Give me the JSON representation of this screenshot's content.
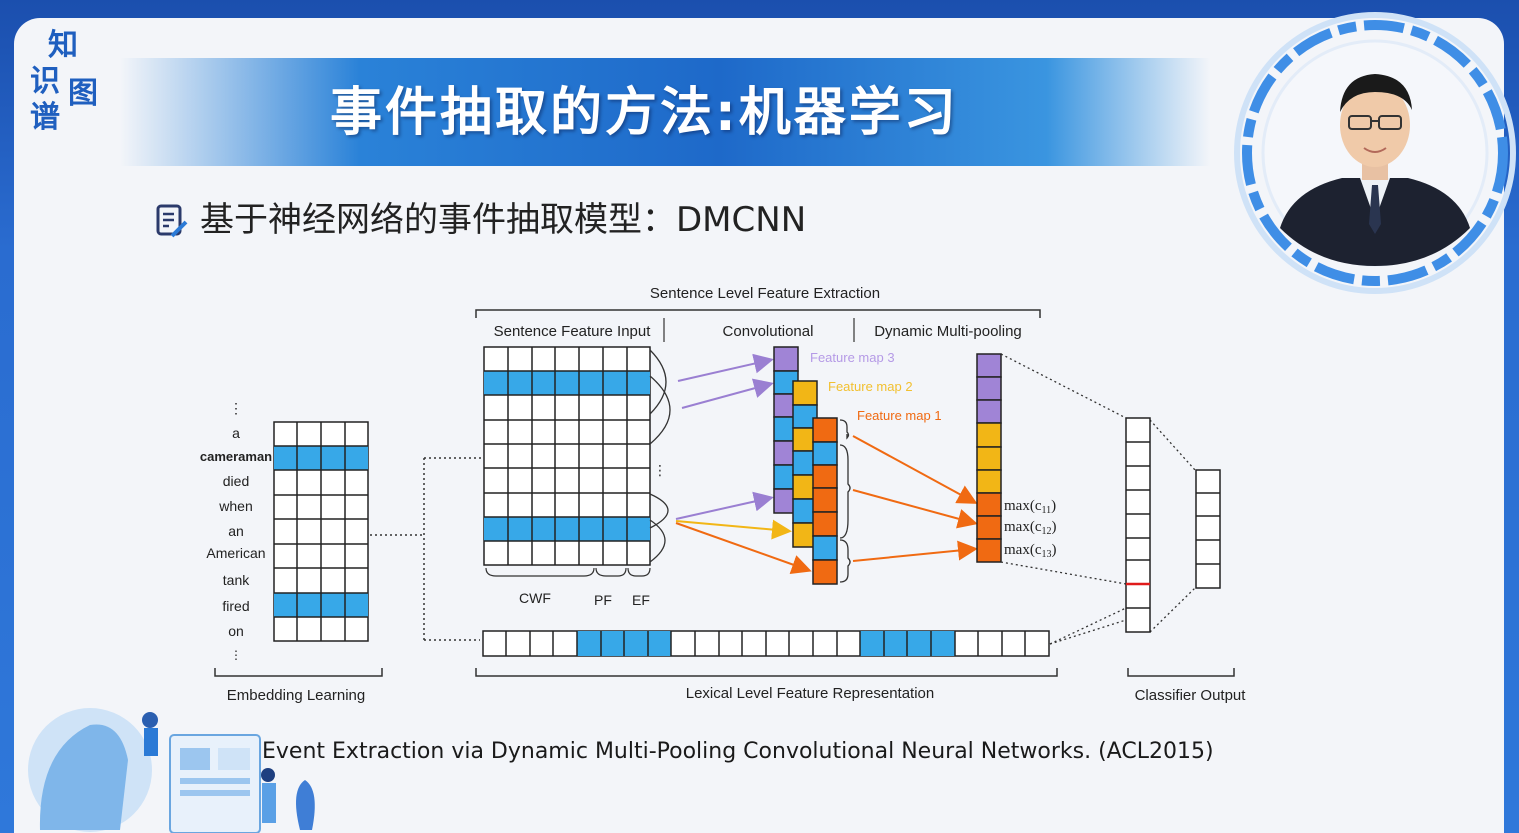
{
  "logo": {
    "chars": [
      "知",
      "识",
      "图",
      "谱"
    ]
  },
  "title": "事件抽取的方法:机器学习",
  "subtitle": "基于神经网络的事件抽取模型：DMCNN",
  "diagram": {
    "top_label": "Sentence Level Feature Extraction",
    "section_input": "Sentence Feature Input",
    "section_conv": "Convolutional",
    "section_pool": "Dynamic Multi-pooling",
    "feature_maps": [
      "Feature map 3",
      "Feature map 2",
      "Feature map 1"
    ],
    "max_labels": [
      "max(c",
      "max(c",
      "max(c"
    ],
    "max_subs": [
      "11",
      "12",
      "13"
    ],
    "words": [
      "⋮",
      "a",
      "cameraman",
      "died",
      "when",
      "an",
      "American",
      "tank",
      "fired",
      "on",
      "⋮"
    ],
    "input_groups": [
      "CWF",
      "PF",
      "EF"
    ],
    "bottom_labels": [
      "Embedding Learning",
      "Lexical Level Feature Representation",
      "Classifier Output"
    ],
    "dots": "⋮",
    "colors": {
      "blue": "#37a8e8",
      "purple": "#a084d6",
      "yellow": "#f2b616",
      "orange": "#f06a12",
      "red": "#e01b1b"
    }
  },
  "citation": "Event Extraction via Dynamic Multi-Pooling Convolutional Neural Networks. (ACL2015)",
  "icons": {
    "subtitle_bullet": "notepad-pen-icon",
    "presenter": "presenter-video",
    "decoration": "ai-robot-illustration"
  }
}
